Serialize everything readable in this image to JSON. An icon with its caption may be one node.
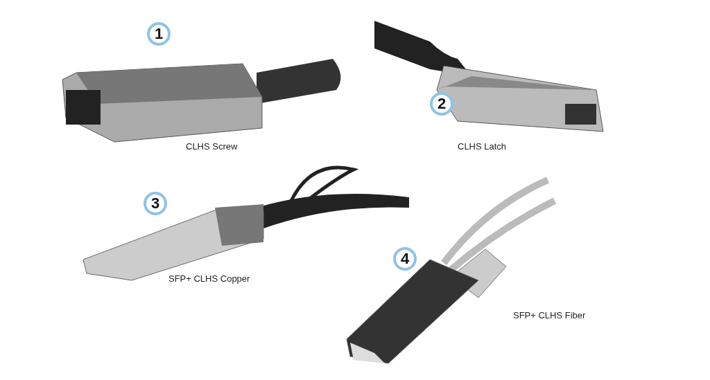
{
  "diagram": {
    "labels": [
      "1",
      "CLHS Screw",
      "2",
      "CLHS Latch",
      "3",
      "SFP+ CLHS Copper",
      "4",
      "SFP+ CLHS Fiber"
    ]
  }
}
